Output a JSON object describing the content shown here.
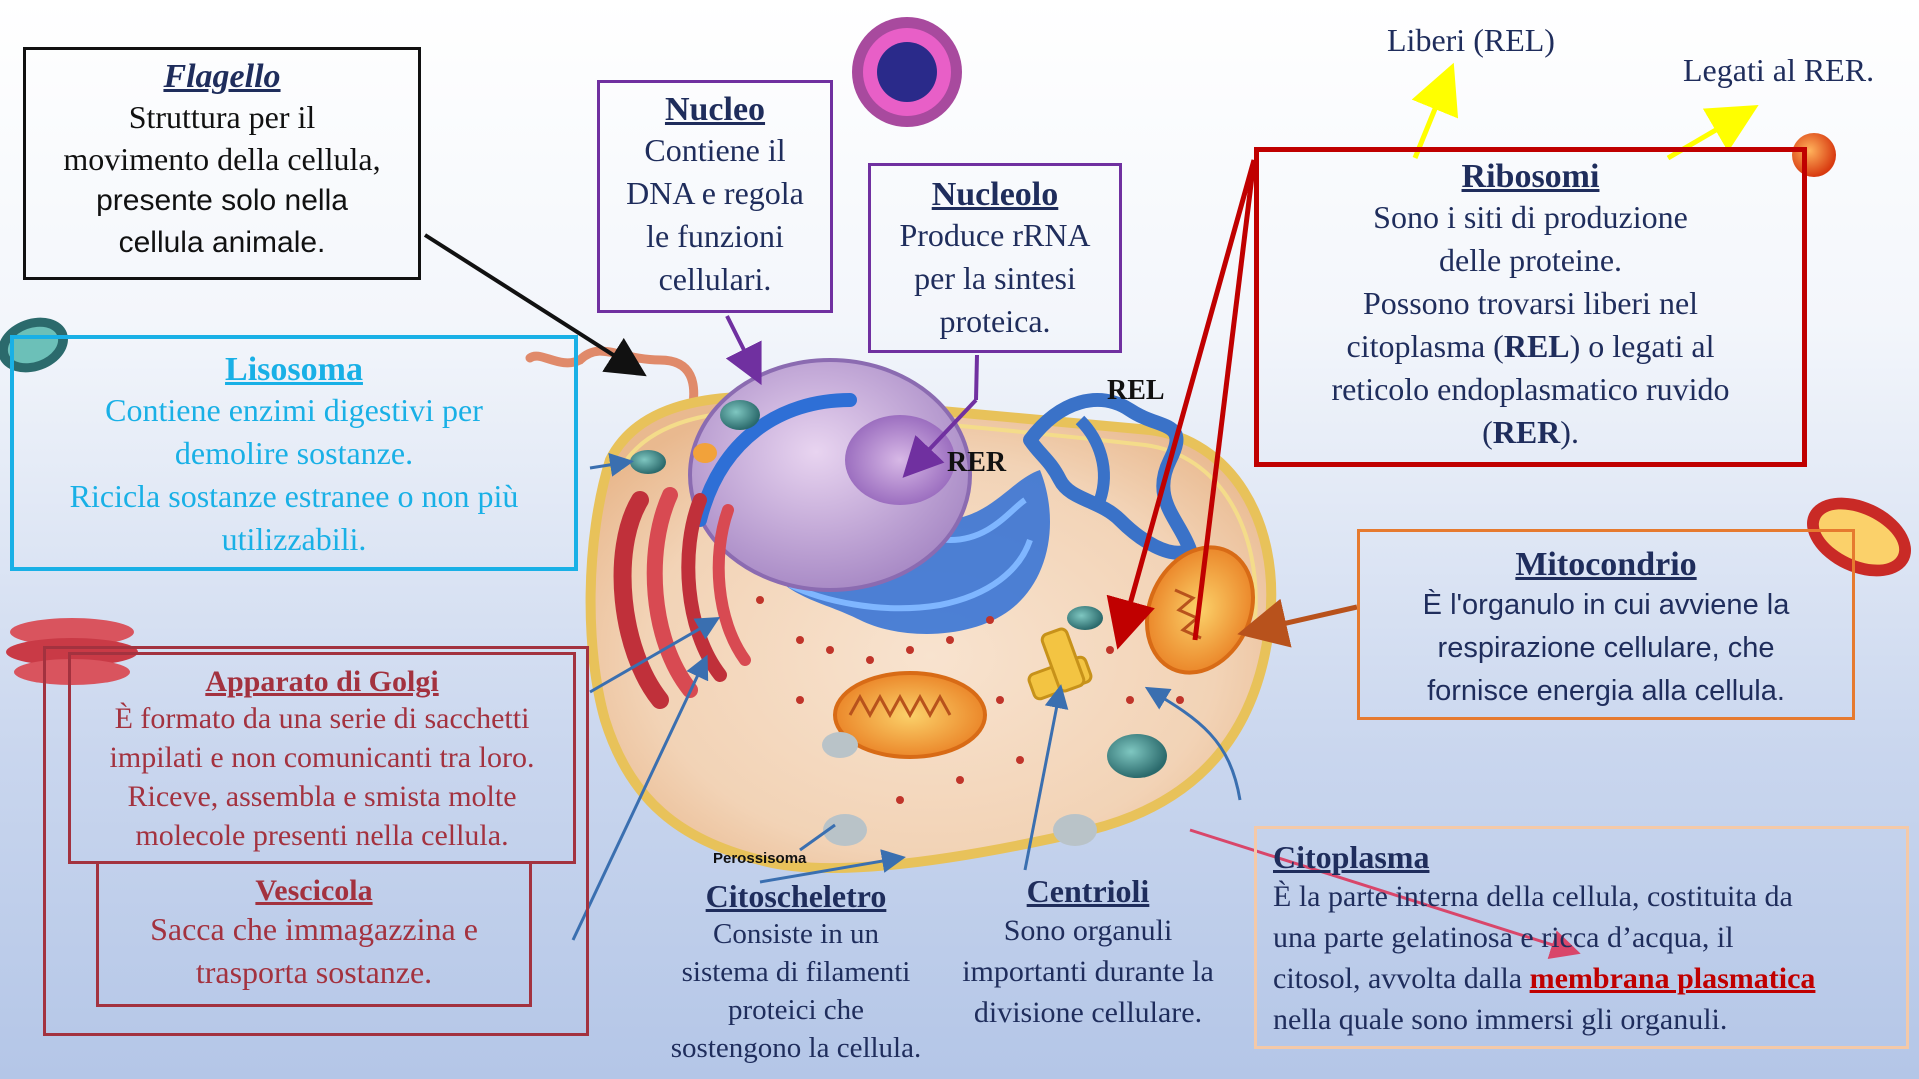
{
  "flagello": {
    "title": "Flagello",
    "line1": "Struttura per il",
    "line2": "movimento della cellula,",
    "line3": "presente solo nella",
    "line4": "cellula animale."
  },
  "nucleo": {
    "title": "Nucleo",
    "lines": [
      "Contiene il",
      "DNA e regola",
      "le funzioni",
      "cellulari."
    ]
  },
  "nucleolo": {
    "title": "Nucleolo",
    "lines": [
      "Produce rRNA",
      "per la sintesi",
      "proteica."
    ]
  },
  "lisosoma": {
    "title": "Lisosoma",
    "lines": [
      "Contiene enzimi digestivi per",
      "demolire sostanze.",
      "Ricicla sostanze estranee o non più",
      "utilizzabili."
    ]
  },
  "ribosomi": {
    "title": "Ribosomi",
    "lines": [
      "Sono i siti di produzione",
      "delle proteine.",
      "Possono trovarsi liberi nel"
    ],
    "line4_a": "citoplasma (",
    "line4_b": "REL",
    "line4_c": ") o legati al",
    "line5": "reticolo endoplasmatico ruvido",
    "line6_a": "(",
    "line6_b": "RER",
    "line6_c": ")."
  },
  "liberi_label": "Liberi (REL)",
  "legati_label": "Legati al RER.",
  "mitocondrio": {
    "title": "Mitocondrio",
    "lines": [
      "È l'organulo in cui avviene la",
      "respirazione cellulare, che",
      "fornisce energia alla cellula."
    ]
  },
  "golgi": {
    "title": "Apparato di Golgi",
    "lines": [
      "È formato da una serie di sacchetti",
      "impilati e non comunicanti tra loro.",
      "Riceve, assembla e smista molte",
      "molecole presenti nella cellula."
    ]
  },
  "vescicola": {
    "title": "Vescicola",
    "lines": [
      "Sacca che immagazzina e",
      "trasporta sostanze."
    ]
  },
  "citoplasma": {
    "title": "Citoplasma",
    "lines": [
      " È la parte interna della cellula, costituita da",
      "una parte gelatinosa e ricca d’acqua, il"
    ],
    "line3_a": "citosol, avvolta dalla ",
    "line3_b": "membrana plasmatica",
    "line4": "nella quale sono immersi gli organuli."
  },
  "citoscheletro": {
    "title": "Citoscheletro",
    "lines": [
      "Consiste in un",
      "sistema di filamenti",
      "proteici che",
      "sostengono la cellula."
    ]
  },
  "centrioli": {
    "title": "Centrioli",
    "lines": [
      "Sono organuli",
      "importanti durante la",
      "divisione cellulare."
    ]
  },
  "cell_labels": {
    "rel": "REL",
    "rer": "RER",
    "perossisoma": "Perossisoma"
  },
  "colors": {
    "nucleo_border": "#7030a0",
    "lisosoma": "#19b0e6",
    "ribosomi_border": "#c00000",
    "mitocondrio_border": "#e67a2f",
    "golgi": "#a3323f",
    "citoplasma_border": "#f4c9a8",
    "text_navy": "#1f2d5c",
    "arrow_yellow": "#ffff00"
  }
}
